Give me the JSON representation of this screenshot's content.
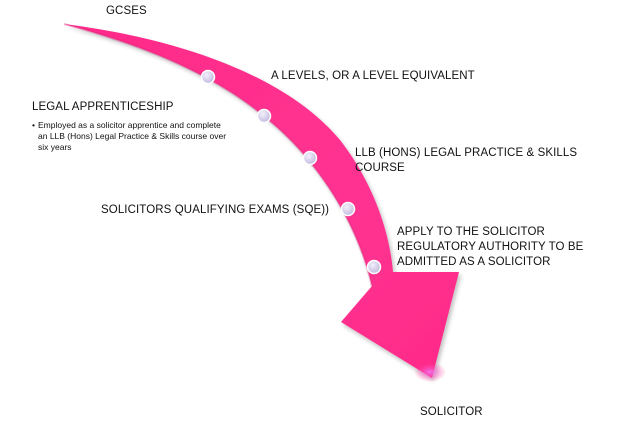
{
  "colors": {
    "arrow_fill": "#ff2e8e",
    "arrow_shadow": "#d81a72",
    "arrow_tip_glow": "#e84df2",
    "dot_fill": "#d9d2ee",
    "dot_stroke": "#ffffff"
  },
  "labels": {
    "gcses": "GCSES",
    "a_levels": "A LEVELS, OR A LEVEL EQUIVALENT",
    "llb": "LLB (HONS) LEGAL PRACTICE & SKILLS COURSE",
    "sqe": "SOLICITORS QUALIFYING EXAMS (SQE))",
    "apply": "APPLY TO THE SOLICITOR REGULATORY AUTHORITY TO BE ADMITTED AS A SOLICITOR",
    "solicitor": "SOLICITOR"
  },
  "apprenticeship": {
    "title": "LEGAL APPRENTICESHIP",
    "bullets": [
      "Employed as a solicitor apprentice and complete an LLB (Hons) Legal Practice & Skills course over six years"
    ]
  },
  "steps": [
    {
      "name": "a-levels"
    },
    {
      "name": "llb"
    },
    {
      "name": "sqe"
    },
    {
      "name": "apply"
    }
  ]
}
